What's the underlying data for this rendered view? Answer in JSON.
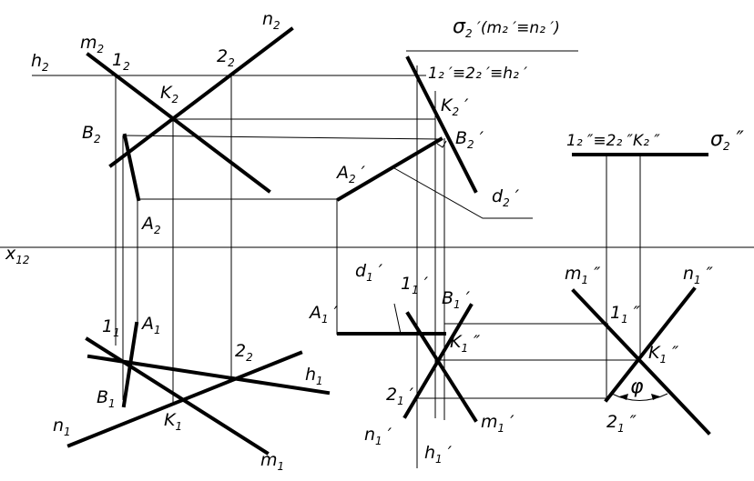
{
  "axis": {
    "base": "x",
    "sub": "12"
  },
  "front": {
    "h": {
      "base": "h",
      "sub": "2"
    },
    "m": {
      "base": "m",
      "sub": "2"
    },
    "n": {
      "base": "n",
      "sub": "2"
    },
    "p1": {
      "base": "1",
      "sub": "2"
    },
    "p2": {
      "base": "2",
      "sub": "2"
    },
    "K": {
      "base": "K",
      "sub": "2"
    },
    "B": {
      "base": "B",
      "sub": "2"
    },
    "A": {
      "base": "A",
      "sub": "2"
    }
  },
  "top": {
    "p1": {
      "base": "1",
      "sub": "1"
    },
    "A": {
      "base": "A",
      "sub": "1"
    },
    "p2": {
      "base": "2",
      "sub": "2"
    },
    "h": {
      "base": "h",
      "sub": "1"
    },
    "B": {
      "base": "B",
      "sub": "1"
    },
    "K": {
      "base": "K",
      "sub": "1"
    },
    "n": {
      "base": "n",
      "sub": "1"
    },
    "m": {
      "base": "m",
      "sub": "1"
    }
  },
  "aux": {
    "sigma_note": {
      "base": "σ",
      "sub": "2",
      "rest": " ′(m₂ ′≡n₂ ′)"
    },
    "coinc": {
      "text": "1₂ ′≡2₂ ′≡h₂ ′"
    },
    "K": {
      "base": "K",
      "sub": "2",
      "prime": " ′"
    },
    "B": {
      "base": "B",
      "sub": "2",
      "prime": " ′"
    },
    "A": {
      "base": "A",
      "sub": "2",
      "prime": " ′"
    },
    "d2": {
      "base": "d",
      "sub": "2",
      "prime": " ′"
    },
    "d1": {
      "base": "d",
      "sub": "1",
      "prime": " ′"
    },
    "p1": {
      "base": "1",
      "sub": "1",
      "prime": " ′"
    },
    "A1": {
      "base": "A",
      "sub": "1",
      "prime": " ′"
    },
    "B1": {
      "base": "B",
      "sub": "1",
      "prime": " ′"
    },
    "K1": {
      "base": "K",
      "sub": "1",
      "prime": " ″"
    },
    "p21": {
      "base": "2",
      "sub": "1",
      "prime": " ′"
    },
    "n1": {
      "base": "n",
      "sub": "1",
      "prime": " ′"
    },
    "m1": {
      "base": "m",
      "sub": "1",
      "prime": " ′"
    },
    "h1": {
      "base": "h",
      "sub": "1",
      "prime": " ′"
    }
  },
  "aux2": {
    "coinc": {
      "text": "1₂ ″≡2₂ ″K₂ ″"
    },
    "sigma": {
      "base": "σ",
      "sub": "2",
      "prime": " ″"
    },
    "m": {
      "base": "m",
      "sub": "1",
      "prime": " ″"
    },
    "n": {
      "base": "n",
      "sub": "1",
      "prime": " ″"
    },
    "p1": {
      "base": "1",
      "sub": "1",
      "prime": " ″"
    },
    "K": {
      "base": "K",
      "sub": "1",
      "prime": " ″"
    },
    "phi": {
      "text": "φ"
    },
    "p2": {
      "base": "2",
      "sub": "1",
      "prime": " ″"
    }
  }
}
